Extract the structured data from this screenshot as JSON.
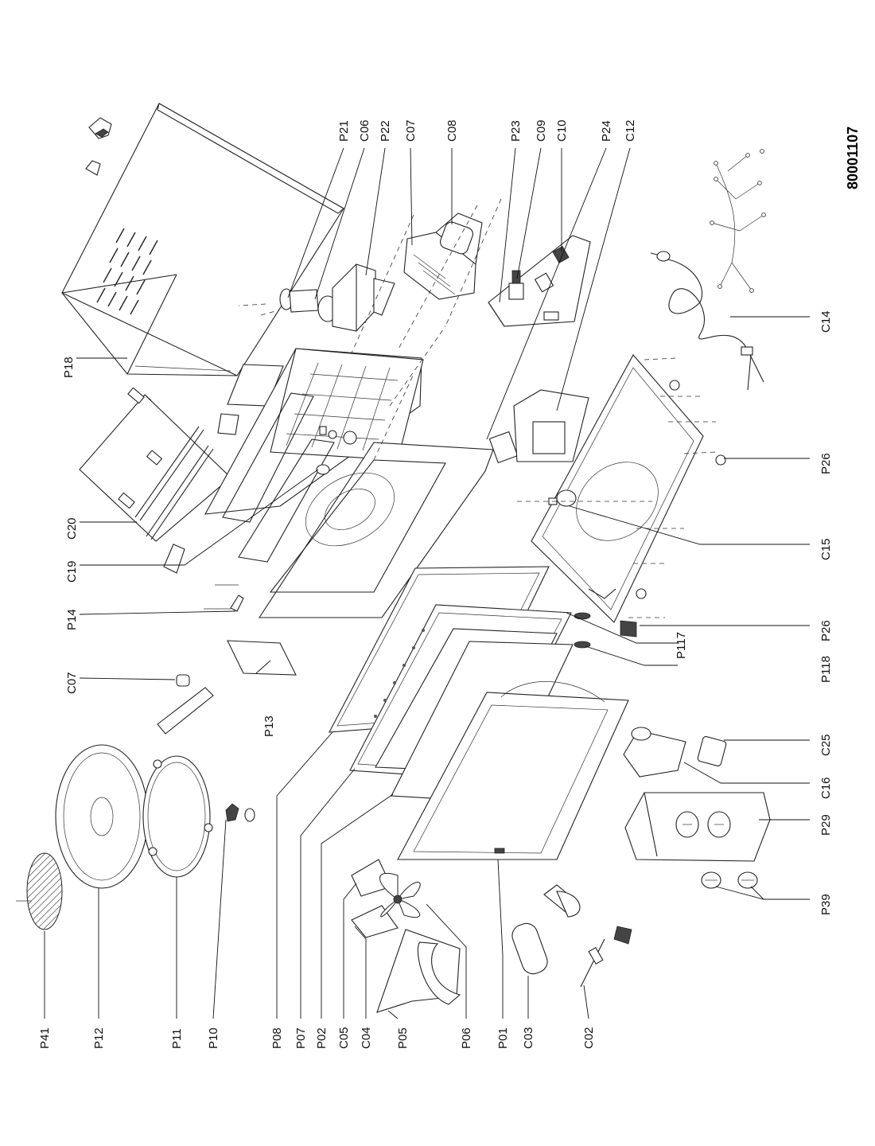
{
  "document_number": "80001107",
  "parts": [
    {
      "id": "p21",
      "label": "P21"
    },
    {
      "id": "c06",
      "label": "C06"
    },
    {
      "id": "p22",
      "label": "P22"
    },
    {
      "id": "c07a",
      "label": "C07"
    },
    {
      "id": "c08",
      "label": "C08"
    },
    {
      "id": "p23",
      "label": "P23"
    },
    {
      "id": "c09",
      "label": "C09"
    },
    {
      "id": "c10",
      "label": "C10"
    },
    {
      "id": "p24",
      "label": "P24"
    },
    {
      "id": "c12",
      "label": "C12"
    },
    {
      "id": "p18",
      "label": "P18"
    },
    {
      "id": "c14",
      "label": "C14"
    },
    {
      "id": "c20",
      "label": "C20"
    },
    {
      "id": "c19",
      "label": "C19"
    },
    {
      "id": "p14",
      "label": "P14"
    },
    {
      "id": "c07b",
      "label": "C07"
    },
    {
      "id": "p13",
      "label": "P13"
    },
    {
      "id": "p26a",
      "label": "P26"
    },
    {
      "id": "c15",
      "label": "C15"
    },
    {
      "id": "p26b",
      "label": "P26"
    },
    {
      "id": "p117",
      "label": "P117"
    },
    {
      "id": "p118",
      "label": "P118"
    },
    {
      "id": "c25",
      "label": "C25"
    },
    {
      "id": "c16",
      "label": "C16"
    },
    {
      "id": "p29",
      "label": "P29"
    },
    {
      "id": "p39",
      "label": "P39"
    },
    {
      "id": "p41",
      "label": "P41"
    },
    {
      "id": "p12",
      "label": "P12"
    },
    {
      "id": "p11",
      "label": "P11"
    },
    {
      "id": "p10",
      "label": "P10"
    },
    {
      "id": "p08",
      "label": "P08"
    },
    {
      "id": "p07",
      "label": "P07"
    },
    {
      "id": "p02",
      "label": "P02"
    },
    {
      "id": "c05",
      "label": "C05"
    },
    {
      "id": "c04",
      "label": "C04"
    },
    {
      "id": "p05",
      "label": "P05"
    },
    {
      "id": "p06",
      "label": "P06"
    },
    {
      "id": "p01",
      "label": "P01"
    },
    {
      "id": "c03",
      "label": "C03"
    },
    {
      "id": "c02",
      "label": "C02"
    }
  ]
}
